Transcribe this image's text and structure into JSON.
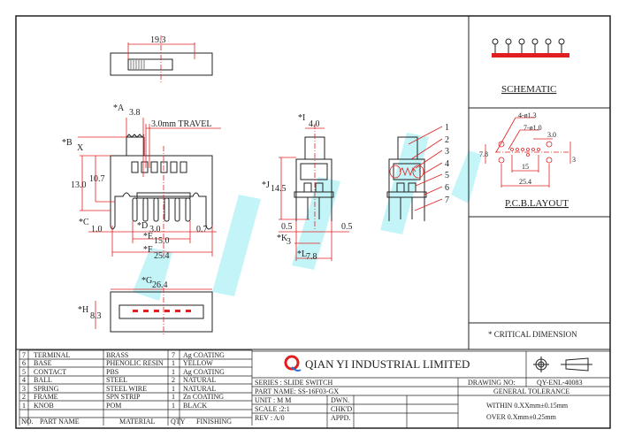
{
  "top_view": {
    "width_dim": "19.3"
  },
  "front_view": {
    "a_label": "*A",
    "a_dim": "3.8",
    "travel": "3.0mm  TRAVEL",
    "b_label": "*B",
    "b_dim": "X",
    "h1": "13.0",
    "h2": "10.7",
    "c_label": "*C",
    "c_dim": "1.0",
    "d_label": "*D",
    "d_dim": "3.0",
    "right_dim": "0.7",
    "e_label": "*E",
    "e_dim": "15.0",
    "f_label": "*F",
    "f_dim": "25.4"
  },
  "bottom_view": {
    "g_label": "*G",
    "g_dim": "26.4",
    "h_label": "*H",
    "h_dim": "8.3"
  },
  "side_view": {
    "i_label": "*I",
    "i_dim": "4.0",
    "j_label": "*J",
    "j_dim": "14.5",
    "left_dim": "0.5",
    "right_dim": "0.5",
    "k_label": "*K",
    "k_dim": "3",
    "l_label": "*L",
    "l_dim": "7.8"
  },
  "callouts": [
    "1",
    "2",
    "3",
    "4",
    "5",
    "6",
    "7"
  ],
  "schematic": {
    "title": "SCHEMATIC"
  },
  "pcb": {
    "title": "P.C.B.LAYOUT",
    "hole_big": "4-ø1.3",
    "hole_small": "7-ø1.0",
    "pitch": "3.0",
    "height": "7.8",
    "offset": "3",
    "inner": "15",
    "outer": "25.4"
  },
  "critical_note": "* CRITICAL  DIMENSION",
  "parts_table": {
    "headers": {
      "no": "NO.",
      "name": "PART NAME",
      "material": "MATERIAL",
      "qty": "QTY",
      "finishing": "FINISHING"
    },
    "rows": [
      {
        "no": "7",
        "name": "TERMINAL",
        "material": "BRASS",
        "qty": "7",
        "finishing": "Ag COATING"
      },
      {
        "no": "6",
        "name": "BASE",
        "material": "PHENOLIC RESIN",
        "qty": "1",
        "finishing": "YELLOW"
      },
      {
        "no": "5",
        "name": "CONTACT",
        "material": "PBS",
        "qty": "1",
        "finishing": "Ag COATING"
      },
      {
        "no": "4",
        "name": "BALL",
        "material": "STEEL",
        "qty": "2",
        "finishing": "NATURAL"
      },
      {
        "no": "3",
        "name": "SPRING",
        "material": "STEEL WIRE",
        "qty": "1",
        "finishing": "NATURAL"
      },
      {
        "no": "2",
        "name": "FRAME",
        "material": "SPN STRIP",
        "qty": "1",
        "finishing": "Zn COATING"
      },
      {
        "no": "1",
        "name": "KNOB",
        "material": "POM",
        "qty": "1",
        "finishing": "BLACK"
      }
    ]
  },
  "title_block": {
    "company": "QIAN  YI  INDUSTRIAL  LIMITED",
    "logo_letter": "Q",
    "series": "SERIES : SLIDE SWITCH",
    "part_name": "PART NAME: SS-16F03-GX",
    "unit": "UNIT   : M M",
    "scale": "SCALE :2:1",
    "rev": "REV    : A/0",
    "dwn": "DWN.",
    "chkd": "CHK'D",
    "appd": "APPD.",
    "drawing_no_label": "DRAWING NO:",
    "drawing_no": "QY-ENL-40083",
    "general_tolerance": "GENERAL TOLERANCE",
    "tol_within": "WITHIN 0.XXmm±0.15mm",
    "tol_over": "OVER   0.Xmm±0.25mm"
  },
  "colors": {
    "dimension": "#e02020",
    "outline": "#222222",
    "watermark": "#7fe3ee"
  }
}
